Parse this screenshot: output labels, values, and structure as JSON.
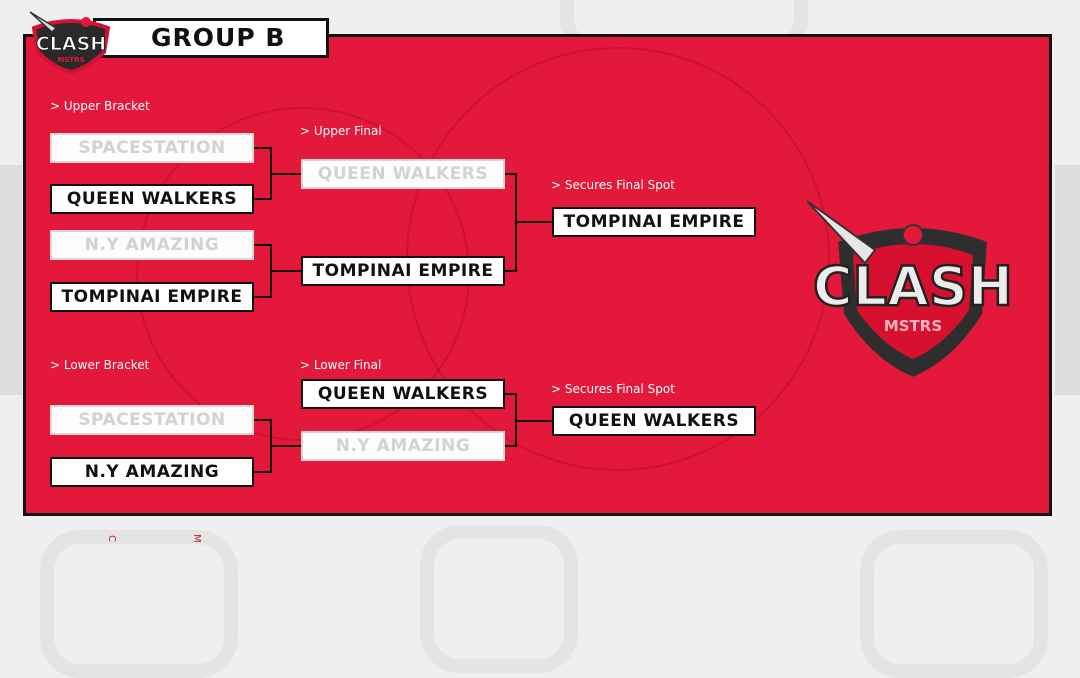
{
  "header": {
    "title": "GROUP B",
    "logo_name": "clash-mstrs-logo"
  },
  "labels": {
    "upper_bracket": "> Upper Bracket",
    "upper_final": "> Upper Final",
    "secures_1": "> Secures Final Spot",
    "lower_bracket": "> Lower Bracket",
    "lower_final": "> Lower Final",
    "secures_2": "> Secures Final Spot"
  },
  "upper": {
    "match1": [
      {
        "name": "SPACESTATION",
        "eliminated": true
      },
      {
        "name": "QUEEN WALKERS",
        "eliminated": false
      }
    ],
    "match2": [
      {
        "name": "N.Y AMAZING",
        "eliminated": true
      },
      {
        "name": "TOMPINAI EMPIRE",
        "eliminated": false
      }
    ],
    "final": [
      {
        "name": "QUEEN WALKERS",
        "eliminated": true
      },
      {
        "name": "TOMPINAI EMPIRE",
        "eliminated": false
      }
    ],
    "winner": "TOMPINAI EMPIRE"
  },
  "lower": {
    "match1": [
      {
        "name": "SPACESTATION",
        "eliminated": true
      },
      {
        "name": "N.Y AMAZING",
        "eliminated": false
      }
    ],
    "final": [
      {
        "name": "QUEEN WALKERS",
        "eliminated": false
      },
      {
        "name": "N.Y AMAZING",
        "eliminated": true
      }
    ],
    "winner": "QUEEN WALKERS"
  },
  "brand": {
    "logo_text": "CLASH",
    "logo_sub": "MSTRS"
  },
  "footer": {
    "glyph_c": "C",
    "glyph_m": "M"
  },
  "colors": {
    "panel": "#e4183a",
    "border": "#111111",
    "eliminated_text": "#d2d2d2"
  }
}
